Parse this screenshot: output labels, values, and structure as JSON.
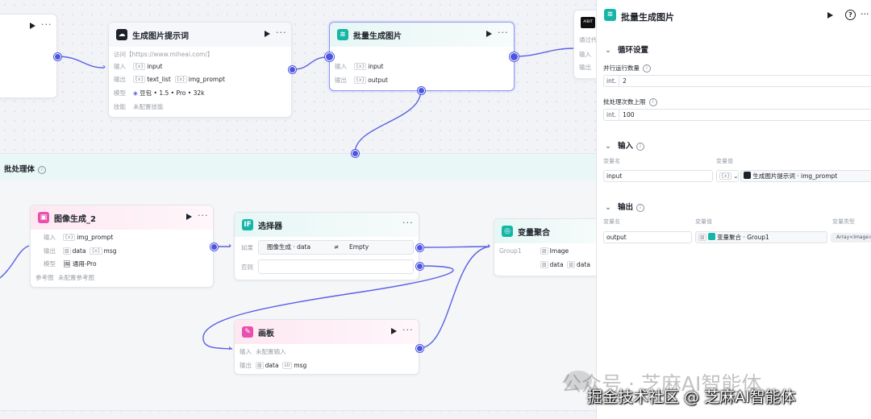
{
  "nodes": {
    "partial": {
      "run": "▶",
      "more": "···"
    },
    "prompt_gen": {
      "title": "生成图片提示词",
      "access": "访问【https://www.miheai.com/】",
      "input_label": "输入",
      "input_tag": "{x}",
      "input_value": "input",
      "output_label": "输出",
      "output_tag1": "{x}",
      "output_value1": "text_list",
      "output_tag2": "{x}",
      "output_value2": "img_prompt",
      "model_label": "模型",
      "model_value": "豆包 • 1.5 • Pro • 32k",
      "skill_label": "技能",
      "skill_value": "未配置技能"
    },
    "batch_gen": {
      "title": "批量生成图片",
      "input_label": "输入",
      "input_tag": "{x}",
      "input_value": "input",
      "output_label": "输出",
      "output_tag": "{x}",
      "output_value": "output"
    },
    "clipped": {
      "logo": "AIBIT",
      "text1": "通过代",
      "text2": "输入",
      "text3": "输出"
    },
    "image_gen": {
      "title": "图像生成_2",
      "input_label": "输入",
      "input_tag": "{x}",
      "input_value": "img_prompt",
      "output_label": "输出",
      "output_value1": "data",
      "output_tag2": "{x}",
      "output_value2": "msg",
      "model_label": "模型",
      "model_value": "通用-Pro",
      "ref_label": "参考图",
      "ref_value": "未配置参考图"
    },
    "selector": {
      "title": "选择器",
      "if_label": "如果",
      "cond_var": "图像生成 · data",
      "cond_op": "≠",
      "cond_value": "Empty",
      "else_label": "否则"
    },
    "aggregate": {
      "title": "变量聚合",
      "group": "Group1",
      "item1": "Image",
      "item2": "data",
      "item3": "data"
    },
    "canvas_node": {
      "title": "画板",
      "input_label": "输入",
      "input_value": "未配置输入",
      "output_label": "输出",
      "output_value1": "data",
      "output_tag2": "str",
      "output_value2": "msg"
    }
  },
  "batch_container": {
    "title": "批处理体"
  },
  "panel": {
    "title": "批量生成图片",
    "loop_section": "循环设置",
    "parallel_label": "并行运行数量",
    "parallel_type": "int.",
    "parallel_value": "2",
    "max_label": "批处理次数上限",
    "max_type": "int.",
    "max_value": "100",
    "input_section": "输入",
    "col_name": "变量名",
    "col_value": "变量值",
    "input_name": "input",
    "input_value_tag": "{x}",
    "input_value": "生成图片提示词 · img_prompt",
    "output_section": "输出",
    "col_name2": "变量名",
    "col_value2": "变量值",
    "col_type2": "变量类型",
    "output_name": "output",
    "output_value": "变量聚合 · Group1",
    "output_type": "Array<Image>"
  },
  "watermark": {
    "text": "公众号 · 芝麻AI智能体",
    "bottom": "掘金技术社区 @ 芝麻AI智能体"
  },
  "colors": {
    "accent": "#4c55e0",
    "teal": "#15b5a7",
    "pink": "#e94fae",
    "selection": "#8f95f5"
  }
}
